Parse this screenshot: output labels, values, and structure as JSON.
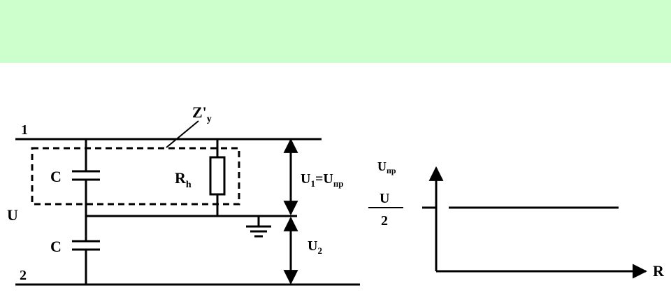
{
  "circuit": {
    "terminal_top": "1",
    "terminal_bottom": "2",
    "source_voltage": "U",
    "capacitor_upper": "C",
    "capacitor_lower": "C",
    "resistor_main": "R",
    "resistor_sub": "h",
    "impedance_main": "Z'",
    "impedance_sub": "y",
    "voltage_upper_a": "U",
    "voltage_upper_a_sub": "1",
    "voltage_upper_eq": "=",
    "voltage_upper_b": "U",
    "voltage_upper_b_sub": "пр",
    "voltage_lower": "U",
    "voltage_lower_sub": "2"
  },
  "graph": {
    "y_axis_main": "U",
    "y_axis_sub": "пр",
    "level_numerator": "U",
    "level_denominator": "2",
    "x_axis_label": "R"
  }
}
